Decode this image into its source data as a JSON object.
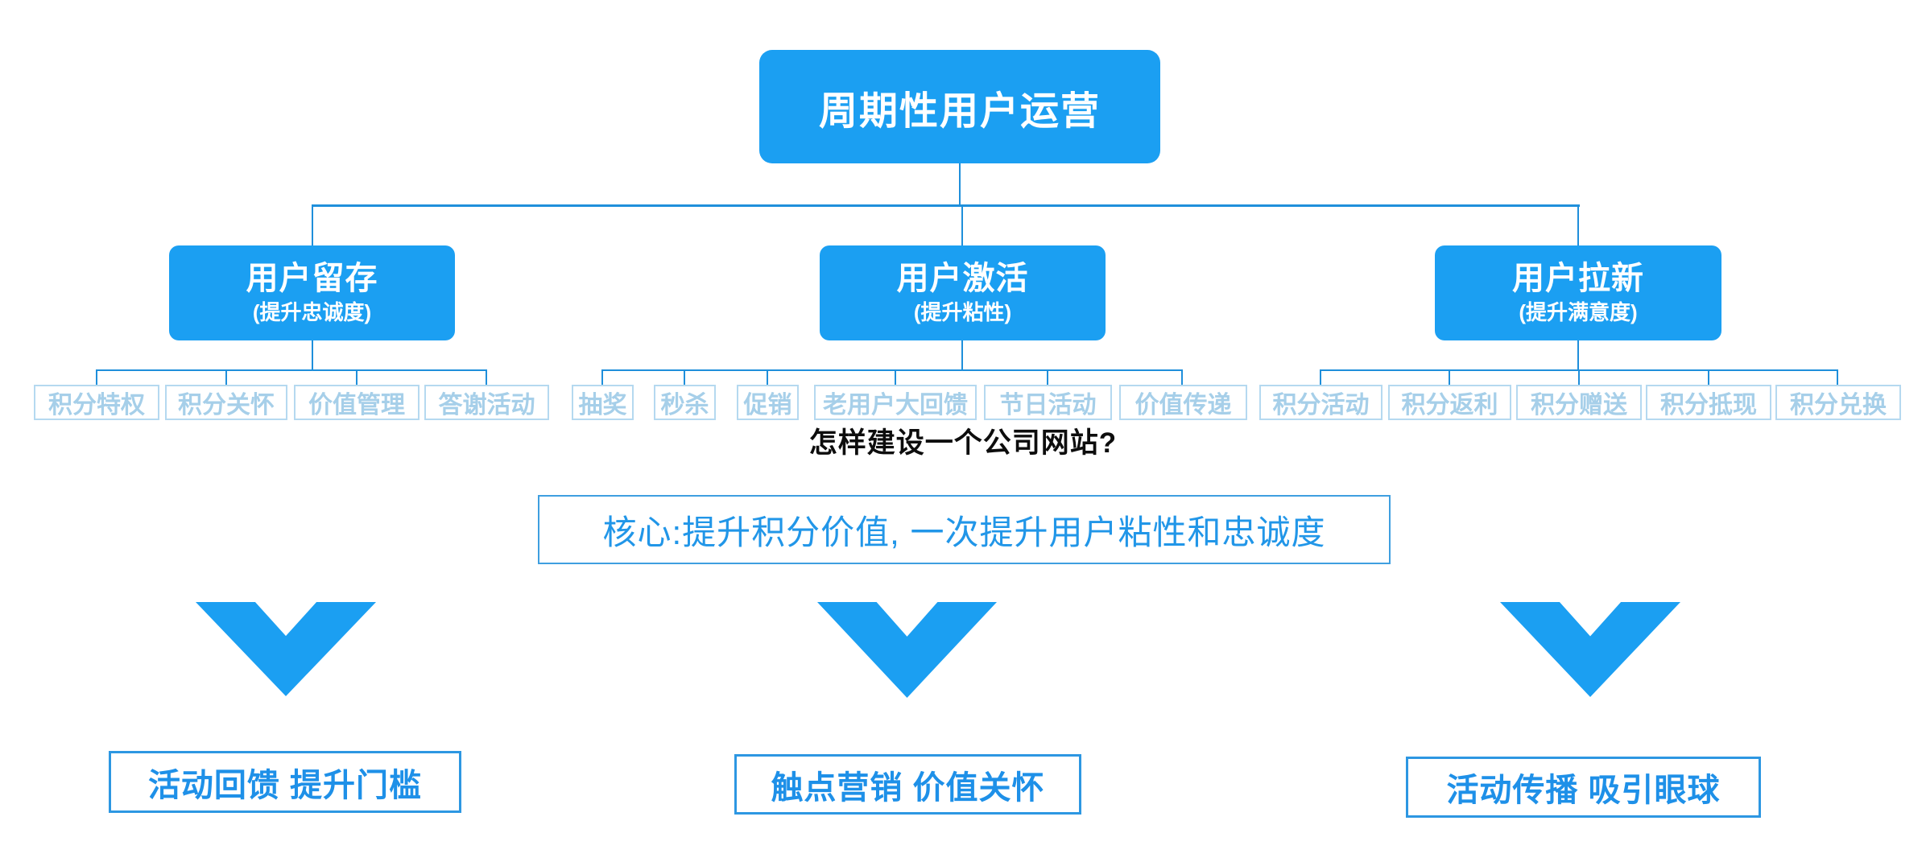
{
  "root": {
    "label": "周期性用户运营"
  },
  "branches": [
    {
      "label": "用户留存",
      "sub": "(提升忠诚度)",
      "leaves": [
        "积分特权",
        "积分关怀",
        "价值管理",
        "答谢活动"
      ]
    },
    {
      "label": "用户激活",
      "sub": "(提升粘性)",
      "leaves": [
        "抽奖",
        "秒杀",
        "促销",
        "老用户大回馈",
        "节日活动",
        "价值传递"
      ]
    },
    {
      "label": "用户拉新",
      "sub": "(提升满意度)",
      "leaves": [
        "积分活动",
        "积分返利",
        "积分赠送",
        "积分抵现",
        "积分兑换"
      ]
    }
  ],
  "overlay_title": "怎样建设一个公司网站?",
  "core_note": "核心:提升积分价值, 一次提升用户粘性和忠诚度",
  "outcomes": [
    "活动回馈 提升门槛",
    "触点营销 价值关怀",
    "活动传播 吸引眼球"
  ],
  "icons": {
    "down_arrow": "chevron-down-arrow"
  },
  "colors": {
    "primary": "#1b9ff2",
    "connector": "#1f8fdb",
    "leaf_border": "#b5d9f0",
    "leaf_text": "#a6cfe9",
    "core_border": "#3f9fe0",
    "core_text": "#2196e8",
    "outcome_border": "#2d97e2",
    "outcome_text": "#1e90e8",
    "overlay_text": "#0d0d0d"
  }
}
